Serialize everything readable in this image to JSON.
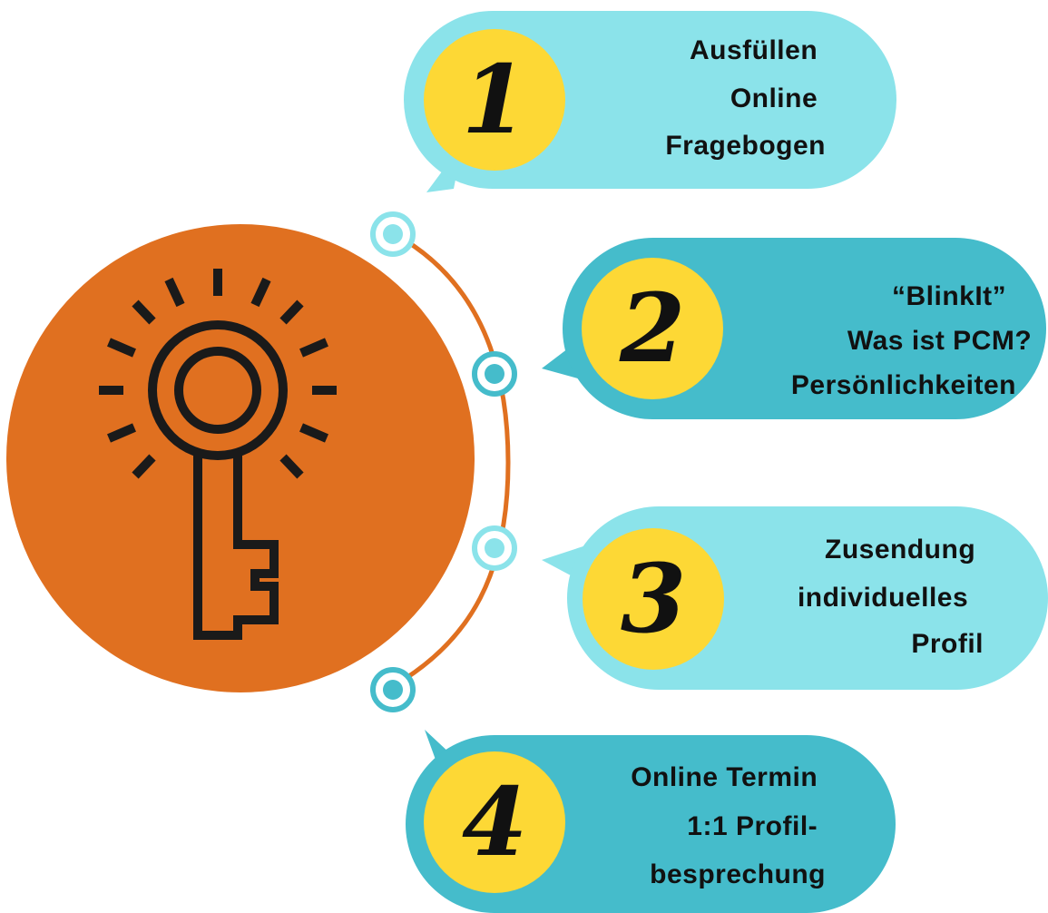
{
  "colors": {
    "orange": "#e07020",
    "light_teal": "#8be3ea",
    "dark_teal": "#45bccb",
    "yellow": "#fdd835",
    "ink": "#1a1a1a",
    "arc": "#e07020"
  },
  "center": {
    "icon": "key-icon"
  },
  "steps": [
    {
      "number": "1",
      "lines": [
        "Ausfüllen",
        "Online",
        "Fragebogen"
      ]
    },
    {
      "number": "2",
      "lines": [
        "“BlinkIt”",
        "Was ist PCM?",
        "Persönlichkeiten"
      ]
    },
    {
      "number": "3",
      "lines": [
        "Zusendung",
        "individuelles",
        "Profil"
      ]
    },
    {
      "number": "4",
      "lines": [
        "Online Termin",
        "1:1 Profil-",
        "besprechung"
      ]
    }
  ]
}
